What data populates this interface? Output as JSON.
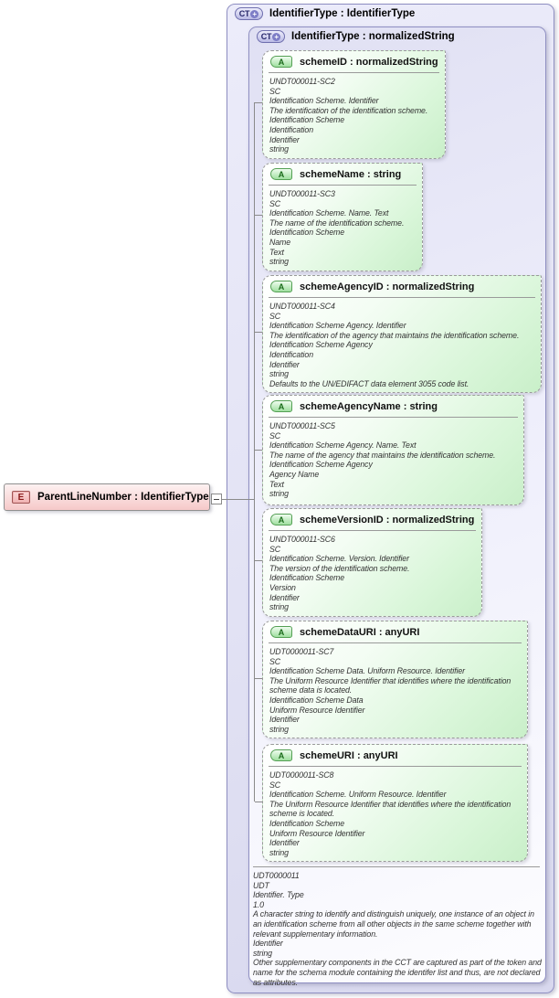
{
  "icons": {
    "complex_type": "CT",
    "plus": "+",
    "attribute": "A",
    "element": "E"
  },
  "colors": {
    "complex_type_fill": "#e2e2f4",
    "complex_type_border": "#8f8fc2",
    "attribute_fill": "#d2f3d2",
    "attribute_icon_green": "#55a055",
    "element_fill": "#f6c9c9",
    "element_icon_red": "#8b1a1a",
    "connector": "#8a8a8a"
  },
  "outer_type": {
    "label": "IdentifierType : IdentifierType"
  },
  "inner_type": {
    "label": "IdentifierType : normalizedString"
  },
  "element": {
    "label": "ParentLineNumber : IdentifierType"
  },
  "attributes": [
    {
      "title": "schemeID : normalizedString",
      "lines": [
        "UNDT000011-SC2",
        "SC",
        "Identification Scheme. Identifier",
        "The identification of the identification scheme.",
        "Identification Scheme",
        "Identification",
        "Identifier",
        "string"
      ]
    },
    {
      "title": "schemeName : string",
      "lines": [
        "UNDT000011-SC3",
        "SC",
        "Identification Scheme. Name. Text",
        "The name of the identification scheme.",
        "Identification Scheme",
        "Name",
        "Text",
        "string"
      ]
    },
    {
      "title": "schemeAgencyID : normalizedString",
      "lines": [
        "UNDT000011-SC4",
        "SC",
        "Identification Scheme Agency. Identifier",
        "The identification of the agency that maintains the identification scheme.",
        "Identification Scheme Agency",
        "Identification",
        "Identifier",
        "string",
        "Defaults to the UN/EDIFACT data element 3055 code list."
      ]
    },
    {
      "title": "schemeAgencyName : string",
      "lines": [
        "UNDT000011-SC5",
        "SC",
        "Identification Scheme Agency. Name. Text",
        "The name of the agency that maintains the identification scheme.",
        "Identification Scheme Agency",
        "Agency Name",
        "Text",
        "string"
      ]
    },
    {
      "title": "schemeVersionID : normalizedString",
      "lines": [
        "UNDT000011-SC6",
        "SC",
        "Identification Scheme. Version. Identifier",
        "The version of the identification scheme.",
        "Identification Scheme",
        "Version",
        "Identifier",
        "string"
      ]
    },
    {
      "title": "schemeDataURI : anyURI",
      "lines": [
        "UDT0000011-SC7",
        "SC",
        "Identification Scheme Data. Uniform Resource. Identifier",
        "The Uniform Resource Identifier that identifies where the identification scheme data is located.",
        "Identification Scheme Data",
        "Uniform Resource Identifier",
        "Identifier",
        "string"
      ]
    },
    {
      "title": "schemeURI : anyURI",
      "lines": [
        "UDT0000011-SC8",
        "SC",
        "Identification Scheme. Uniform Resource. Identifier",
        "The Uniform Resource Identifier that identifies where the identification scheme is located.",
        "Identification Scheme",
        "Uniform Resource Identifier",
        "Identifier",
        "string"
      ]
    }
  ],
  "type_footer": {
    "lines": [
      "UDT0000011",
      "UDT",
      "Identifier. Type",
      "1.0",
      "A character string to identify and distinguish uniquely, one instance of an object in an identification scheme from all other objects in the same scheme together with relevant supplementary information.",
      "Identifier",
      "string",
      "Other supplementary components in the CCT are captured as part of the token and name for the schema module containing the identifer list and thus, are not declared as attributes."
    ]
  }
}
